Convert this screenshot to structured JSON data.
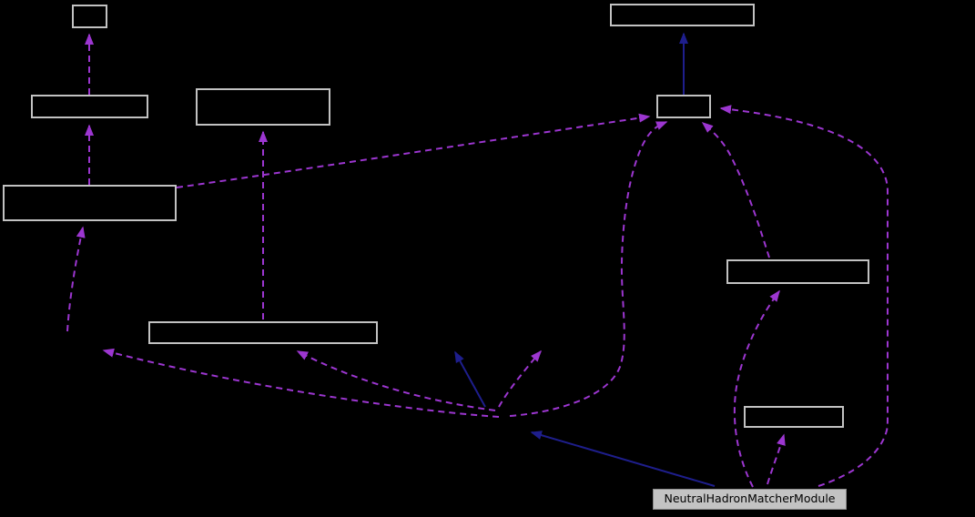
{
  "diagram": {
    "type": "collaboration-graph",
    "current_node_label": "NeutralHadronMatcherModule",
    "nodes": [
      {
        "id": "box-1",
        "label": ""
      },
      {
        "id": "box-2",
        "label": ""
      },
      {
        "id": "box-3",
        "label": ""
      },
      {
        "id": "box-4",
        "label": ""
      },
      {
        "id": "box-5",
        "label": ""
      },
      {
        "id": "box-6",
        "label": ""
      },
      {
        "id": "box-7",
        "label": ""
      },
      {
        "id": "box-8",
        "label": ""
      },
      {
        "id": "box-9",
        "label": ""
      },
      {
        "id": "current",
        "label": "NeutralHadronMatcherModule"
      }
    ],
    "colors": {
      "background": "#000000",
      "node_fill": "#000000",
      "node_border": "#c2c2c2",
      "current_node_fill": "#c3c3c3",
      "current_node_border": "#8c8c8c",
      "current_node_text": "#000000",
      "dependency_edge": "#9c36d0",
      "inheritance_edge": "#1e1e8c"
    }
  }
}
